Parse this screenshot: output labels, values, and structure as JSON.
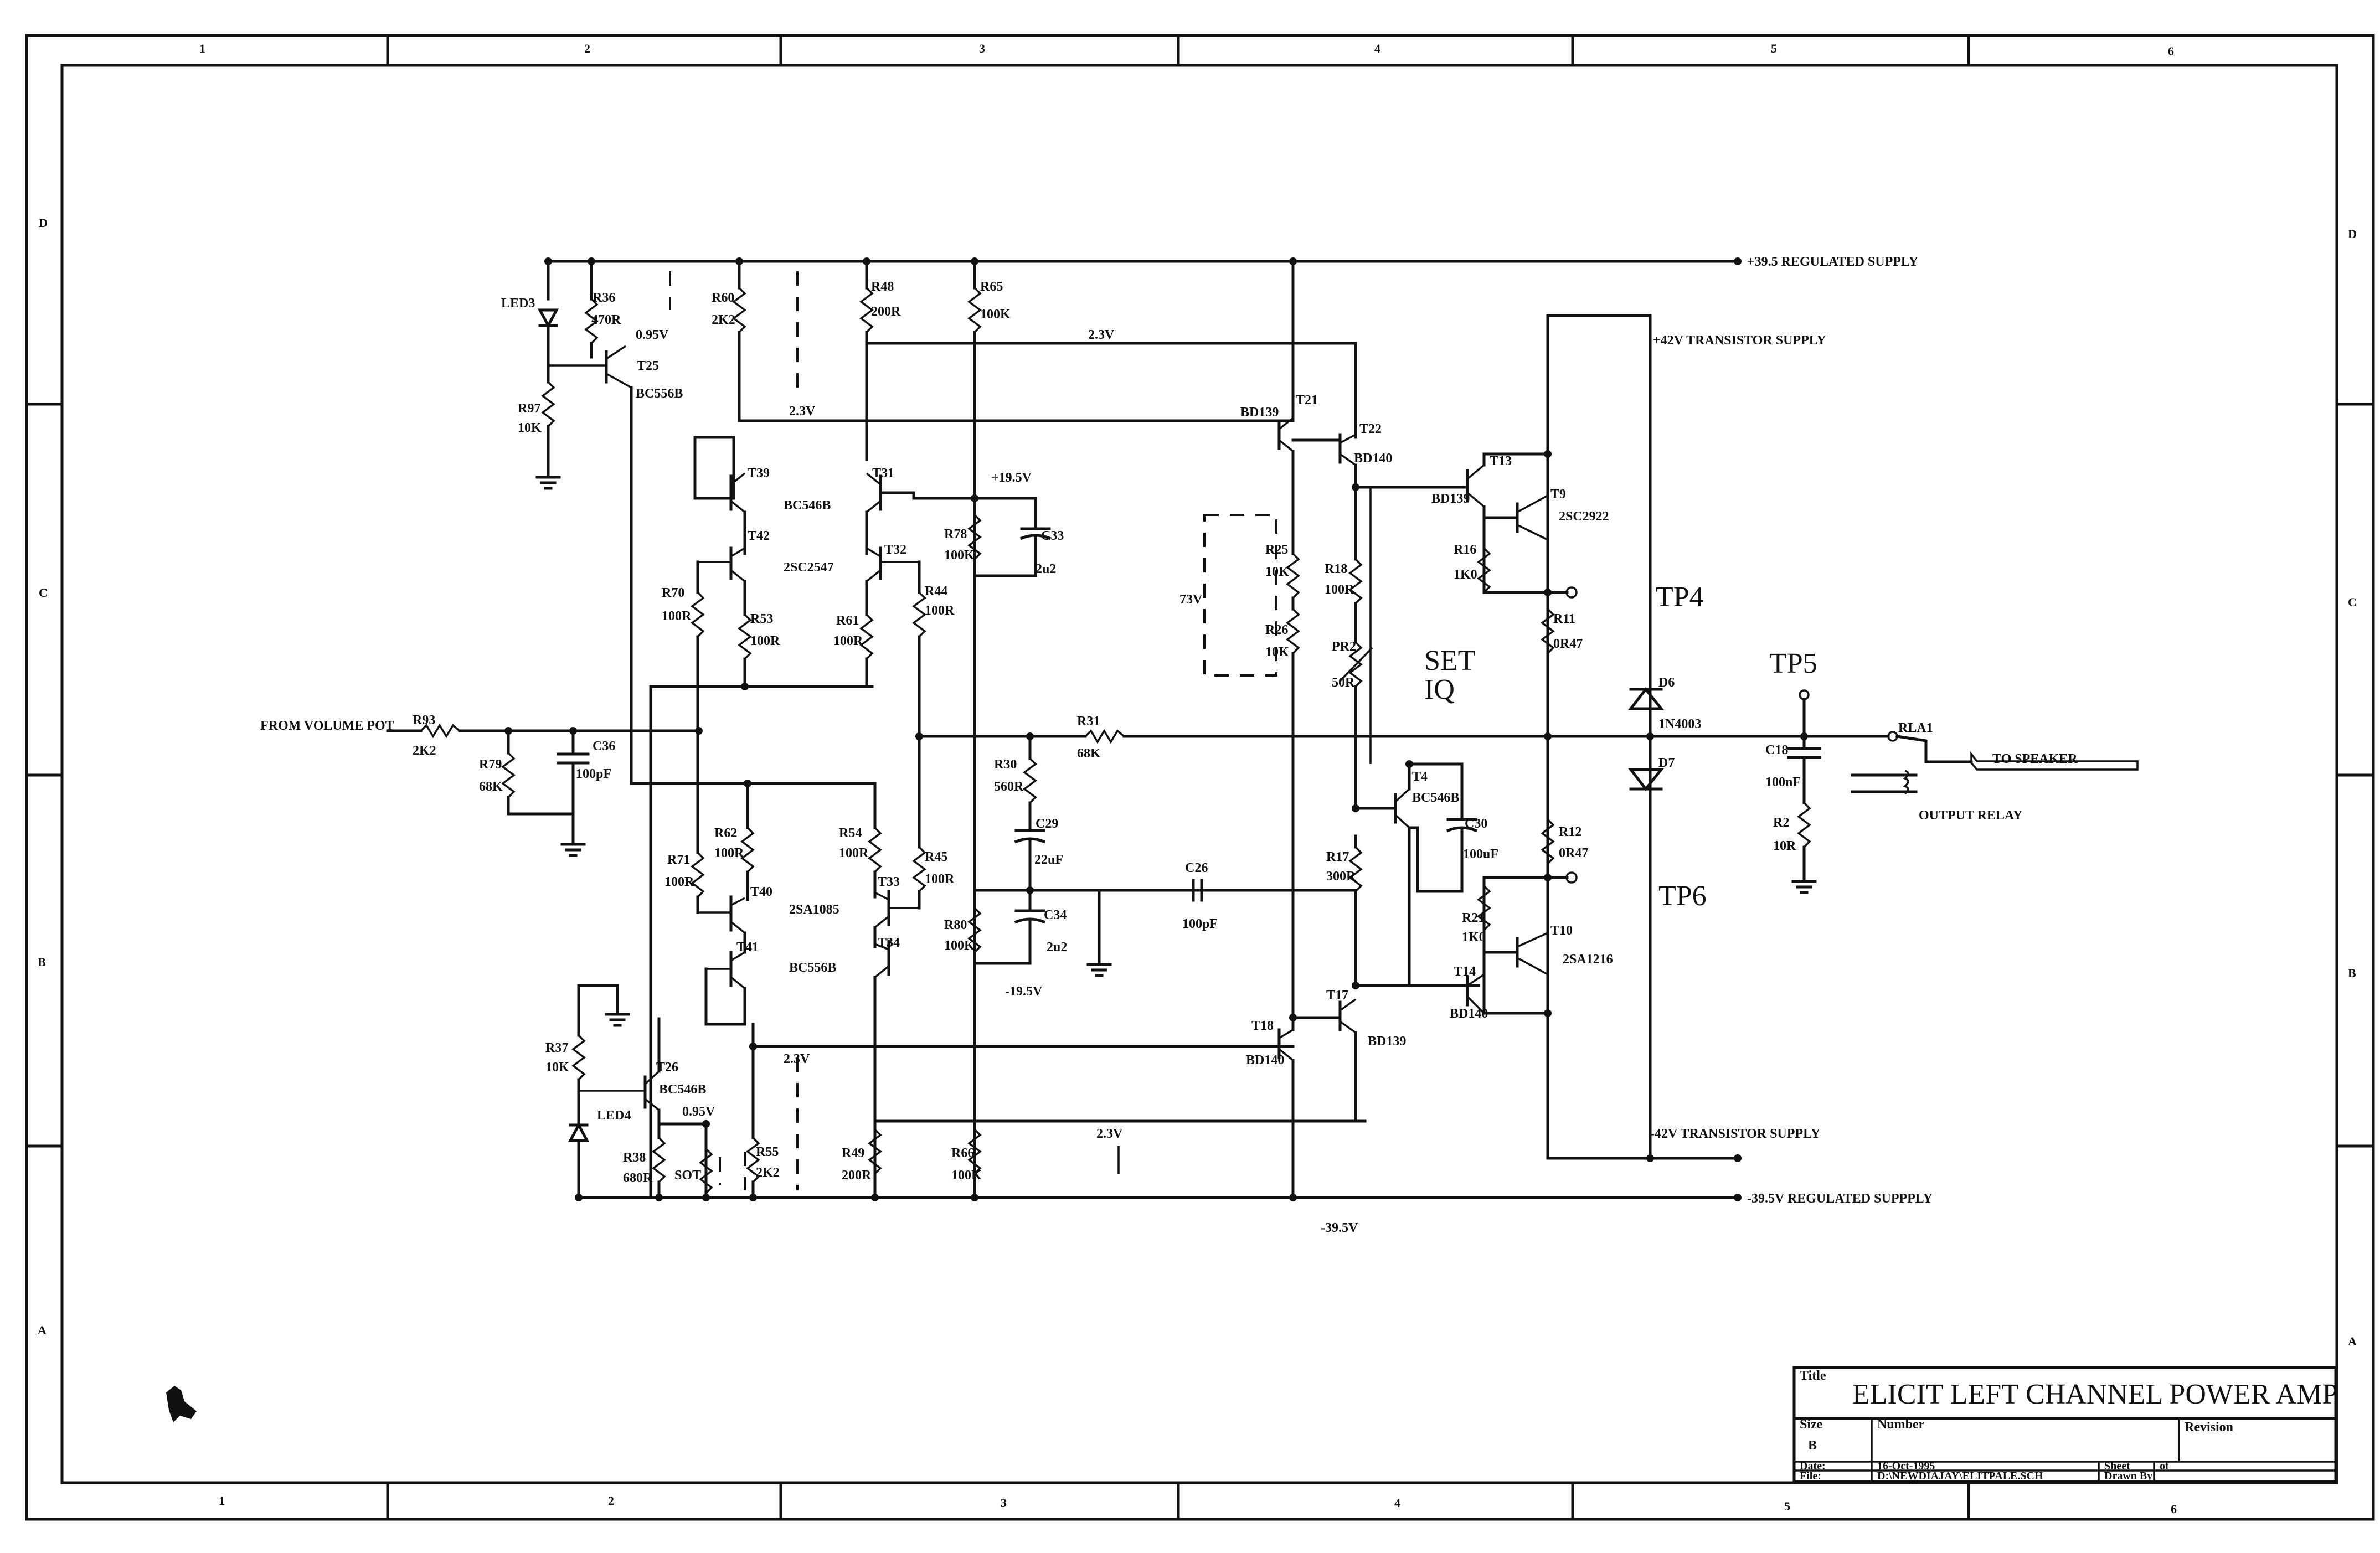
{
  "border": {
    "columns_top": [
      "1",
      "2",
      "3",
      "4",
      "5",
      "6"
    ],
    "columns_bottom": [
      "1",
      "2",
      "3",
      "4",
      "5",
      "6"
    ],
    "rows_left": [
      "D",
      "C",
      "B",
      "A"
    ],
    "rows_right": [
      "D",
      "C",
      "B",
      "A"
    ]
  },
  "title_block": {
    "title_caption": "Title",
    "title": "ELICIT LEFT CHANNEL POWER AMP",
    "size_caption": "Size",
    "size": "B",
    "number_caption": "Number",
    "revision_caption": "Revision",
    "date_caption": "Date:",
    "date": "16-Oct-1995",
    "file_caption": "File:",
    "file": "D:\\NEWDIAJAY\\ELITPALE.SCH",
    "sheet_caption": "Sheet",
    "sheet_of": "of",
    "drawn_by_caption": "Drawn By:"
  },
  "supplies": {
    "pos_regulated": "+39.5 REGULATED SUPPLY",
    "pos_transistor": "+42V TRANSISTOR SUPPLY",
    "neg_transistor": "-42V TRANSISTOR SUPPLY",
    "neg_regulated": "-39.5V REGULATED SUPPPLY",
    "pos_19": "+19.5V",
    "neg_19": "-19.5V",
    "neg_39": "-39.5V"
  },
  "io": {
    "input": "FROM VOLUME POT",
    "output": "TO SPEAKER",
    "relay": "OUTPUT RELAY",
    "relay_ref": "RLA1"
  },
  "test_points": {
    "tp4": "TP4",
    "tp5": "TP5",
    "tp6": "TP6"
  },
  "set_iq": {
    "line1": "SET",
    "line2": "IQ"
  },
  "voltages": {
    "v095_top": "0.95V",
    "v095_bottom": "0.95V",
    "v23_a": "2.3V",
    "v23_b": "2.3V",
    "v23_c": "2.3V",
    "v23_d": "2.3V",
    "v73": "73V"
  },
  "components": {
    "led3": "LED3",
    "r36": "R36",
    "r36v": "470R",
    "t25": "T25",
    "t25v": "BC556B",
    "r97": "R97",
    "r97v": "10K",
    "r60": "R60",
    "r60v": "2K2",
    "r48": "R48",
    "r48v": "200R",
    "r65": "R65",
    "r65v": "100K",
    "t39": "T39",
    "t31": "T31",
    "bc546b_a": "BC546B",
    "t42": "T42",
    "t32": "T32",
    "sc2547": "2SC2547",
    "r70": "R70",
    "r70v": "100R",
    "r53": "R53",
    "r53v": "100R",
    "r61": "R61",
    "r61v": "100R",
    "r44": "R44",
    "r44v": "100R",
    "r78": "R78",
    "r78v": "100K",
    "c33": "C33",
    "c33v": "2u2",
    "r93": "R93",
    "r93v": "2K2",
    "r79": "R79",
    "r79v": "68K",
    "c36": "C36",
    "c36v": "100pF",
    "r31": "R31",
    "r31v": "68K",
    "r30": "R30",
    "r30v": "560R",
    "c29": "C29",
    "c29v": "22uF",
    "r71": "R71",
    "r71v": "100R",
    "r62": "R62",
    "r62v": "100R",
    "r54": "R54",
    "r54v": "100R",
    "r45": "R45",
    "r45v": "100R",
    "t40": "T40",
    "t33": "T33",
    "sa1085": "2SA1085",
    "t41": "T41",
    "t34": "T34",
    "bc556b_b": "BC556B",
    "r80": "R80",
    "r80v": "100K",
    "c34": "C34",
    "c34v": "2u2",
    "c26": "C26",
    "c26v": "100pF",
    "r37": "R37",
    "r37v": "10K",
    "t26": "T26",
    "t26v": "BC546B",
    "led4": "LED4",
    "r38": "R38",
    "r38v": "680R",
    "sot": "SOT",
    "r55": "R55",
    "r55v": "2K2",
    "r49": "R49",
    "r49v": "200R",
    "r66": "R66",
    "r66v": "100K",
    "bd139_t21": "BD139",
    "t21": "T21",
    "t22": "T22",
    "bd140_t22": "BD140",
    "r25": "R25",
    "r25v": "10K",
    "r26": "R26",
    "r26v": "10K",
    "r18": "R18",
    "r18v": "100R",
    "pr2": "PR2",
    "pr2v": "50R",
    "t4": "T4",
    "t4v": "BC546B",
    "c30": "C30",
    "c30v": "100uF",
    "r17": "R17",
    "r17v": "300R",
    "t18": "T18",
    "bd140_t18": "BD140",
    "t17": "T17",
    "bd139_t17": "BD139",
    "t13": "T13",
    "bd139_t13": "BD139",
    "t9": "T9",
    "sc2922": "2SC2922",
    "r16": "R16",
    "r16v": "1K0",
    "r11": "R11",
    "r11v": "0R47",
    "r12": "R12",
    "r12v": "0R47",
    "r21": "R21",
    "r21v": "1K0",
    "t10": "T10",
    "sa1216": "2SA1216",
    "t14": "T14",
    "bd140_t14": "BD140",
    "d6": "D6",
    "d7": "D7",
    "in4003": "1N4003",
    "c18": "C18",
    "c18v": "100nF",
    "r2": "R2",
    "r2v": "10R"
  }
}
